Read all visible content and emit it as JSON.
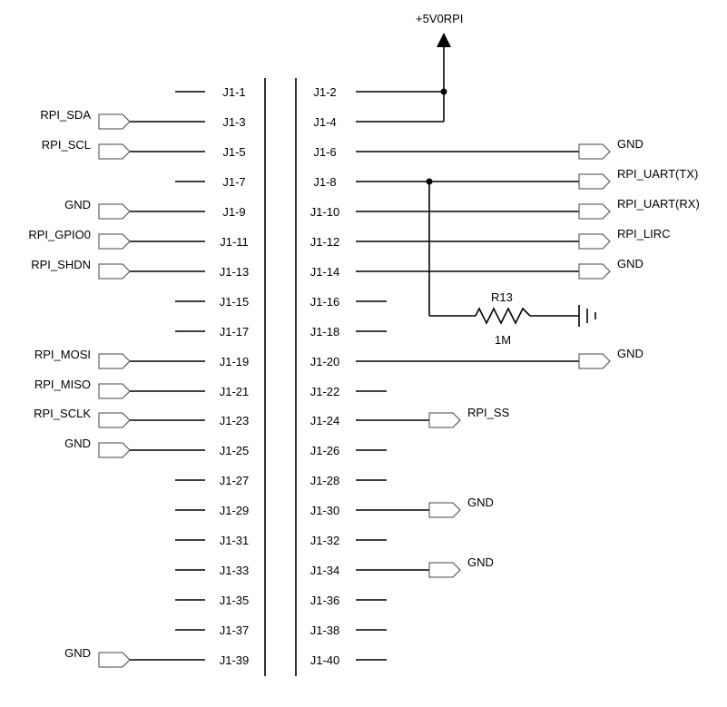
{
  "power": {
    "label": "+5V0RPI"
  },
  "resistor": {
    "ref": "R13",
    "value": "1M"
  },
  "left_pins": [
    {
      "pin": "J1-1",
      "net": ""
    },
    {
      "pin": "J1-3",
      "net": "RPI_SDA"
    },
    {
      "pin": "J1-5",
      "net": "RPI_SCL"
    },
    {
      "pin": "J1-7",
      "net": ""
    },
    {
      "pin": "J1-9",
      "net": "GND"
    },
    {
      "pin": "J1-11",
      "net": "RPI_GPIO0"
    },
    {
      "pin": "J1-13",
      "net": "RPI_SHDN"
    },
    {
      "pin": "J1-15",
      "net": ""
    },
    {
      "pin": "J1-17",
      "net": ""
    },
    {
      "pin": "J1-19",
      "net": "RPI_MOSI"
    },
    {
      "pin": "J1-21",
      "net": "RPI_MISO"
    },
    {
      "pin": "J1-23",
      "net": "RPI_SCLK"
    },
    {
      "pin": "J1-25",
      "net": "GND"
    },
    {
      "pin": "J1-27",
      "net": ""
    },
    {
      "pin": "J1-29",
      "net": ""
    },
    {
      "pin": "J1-31",
      "net": ""
    },
    {
      "pin": "J1-33",
      "net": ""
    },
    {
      "pin": "J1-35",
      "net": ""
    },
    {
      "pin": "J1-37",
      "net": ""
    },
    {
      "pin": "J1-39",
      "net": "GND"
    }
  ],
  "right_pins": [
    {
      "pin": "J1-2",
      "net": ""
    },
    {
      "pin": "J1-4",
      "net": ""
    },
    {
      "pin": "J1-6",
      "net": "GND"
    },
    {
      "pin": "J1-8",
      "net": "RPI_UART(TX)"
    },
    {
      "pin": "J1-10",
      "net": "RPI_UART(RX)"
    },
    {
      "pin": "J1-12",
      "net": "RPI_LIRC"
    },
    {
      "pin": "J1-14",
      "net": "GND"
    },
    {
      "pin": "J1-16",
      "net": ""
    },
    {
      "pin": "J1-18",
      "net": ""
    },
    {
      "pin": "J1-20",
      "net": "GND"
    },
    {
      "pin": "J1-22",
      "net": ""
    },
    {
      "pin": "J1-24",
      "net": "RPI_SS"
    },
    {
      "pin": "J1-26",
      "net": ""
    },
    {
      "pin": "J1-28",
      "net": ""
    },
    {
      "pin": "J1-30",
      "net": "GND"
    },
    {
      "pin": "J1-32",
      "net": ""
    },
    {
      "pin": "J1-34",
      "net": "GND"
    },
    {
      "pin": "J1-36",
      "net": ""
    },
    {
      "pin": "J1-38",
      "net": ""
    },
    {
      "pin": "J1-40",
      "net": ""
    }
  ]
}
